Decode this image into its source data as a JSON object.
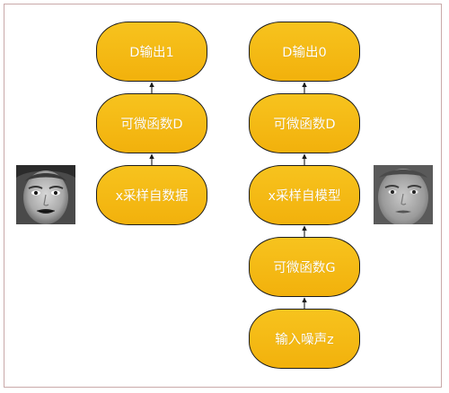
{
  "nodes": {
    "left_output": "D输出1",
    "left_discriminator": "可微函数D",
    "left_sample": "x采样自数据",
    "right_output": "D输出0",
    "right_discriminator": "可微函数D",
    "right_sample": "x采样自模型",
    "right_generator": "可微函数G",
    "right_noise": "输入噪声z"
  },
  "colors": {
    "node_fill": "#f4b711",
    "node_border": "#1c1c1c",
    "node_text": "#ffffff",
    "arrow": "#1a1a1a",
    "frame": "#c9a9a9"
  },
  "icons": {
    "real_face": "face-photo-real",
    "generated_face": "face-photo-generated"
  }
}
